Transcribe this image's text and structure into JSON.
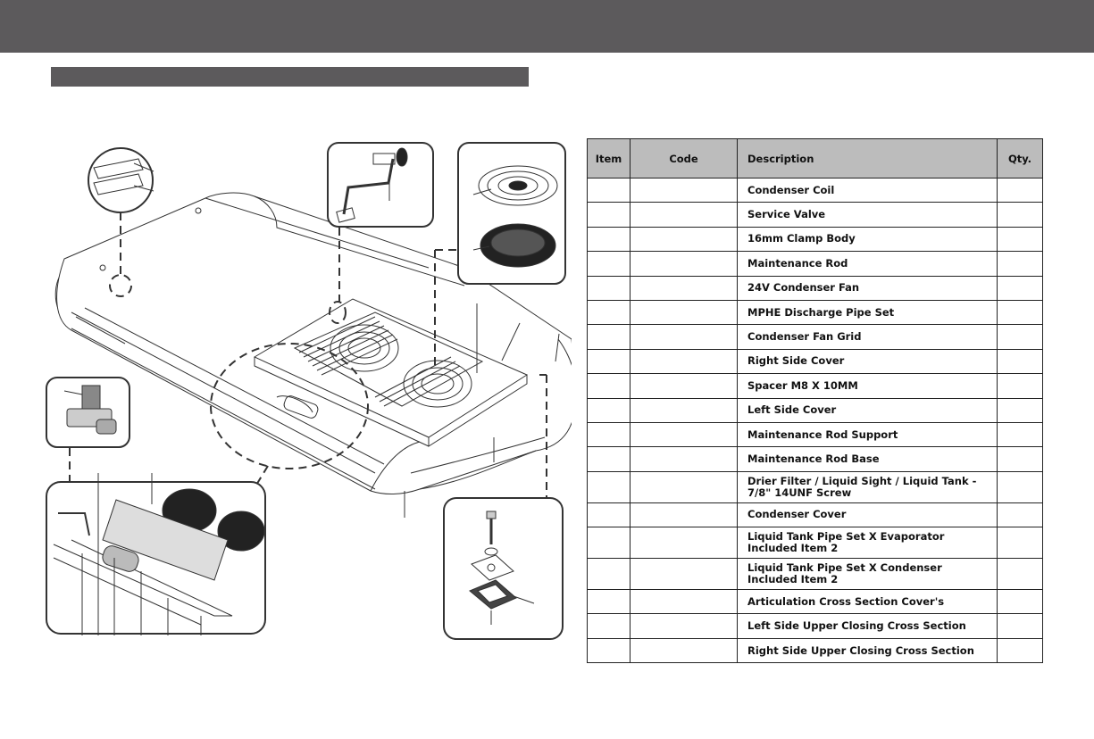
{
  "table": {
    "headers": [
      "Item",
      "Code",
      "Description",
      "Qty."
    ],
    "rows": [
      {
        "item": "",
        "code": "",
        "description": "Condenser Coil",
        "qty": ""
      },
      {
        "item": "",
        "code": "",
        "description": "Service Valve",
        "qty": ""
      },
      {
        "item": "",
        "code": "",
        "description": "16mm Clamp Body",
        "qty": ""
      },
      {
        "item": "",
        "code": "",
        "description": "Maintenance Rod",
        "qty": ""
      },
      {
        "item": "",
        "code": "",
        "description": "24V Condenser Fan",
        "qty": ""
      },
      {
        "item": "",
        "code": "",
        "description": "MPHE Discharge Pipe Set",
        "qty": ""
      },
      {
        "item": "",
        "code": "",
        "description": "Condenser Fan Grid",
        "qty": ""
      },
      {
        "item": "",
        "code": "",
        "description": "Right Side Cover",
        "qty": ""
      },
      {
        "item": "",
        "code": "",
        "description": "Spacer M8 X 10MM",
        "qty": ""
      },
      {
        "item": "",
        "code": "",
        "description": "Left Side Cover",
        "qty": ""
      },
      {
        "item": "",
        "code": "",
        "description": "Maintenance Rod Support",
        "qty": ""
      },
      {
        "item": "",
        "code": "",
        "description": "Maintenance Rod Base",
        "qty": ""
      },
      {
        "item": "",
        "code": "",
        "description": "Drier Filter / Liquid Sight / Liquid Tank -\n7/8\" 14UNF Screw",
        "qty": ""
      },
      {
        "item": "",
        "code": "",
        "description": "Condenser Cover",
        "qty": ""
      },
      {
        "item": "",
        "code": "",
        "description": "Liquid Tank Pipe Set X Evaporator\nIncluded Item 2",
        "qty": ""
      },
      {
        "item": "",
        "code": "",
        "description": "Liquid Tank Pipe Set X Condenser\nIncluded Item 2",
        "qty": ""
      },
      {
        "item": "",
        "code": "",
        "description": "Articulation Cross Section Cover's",
        "qty": ""
      },
      {
        "item": "",
        "code": "",
        "description": "Left Side Upper Closing Cross Section",
        "qty": ""
      },
      {
        "item": "",
        "code": "",
        "description": "Right Side Upper Closing Cross Section",
        "qty": ""
      }
    ]
  }
}
